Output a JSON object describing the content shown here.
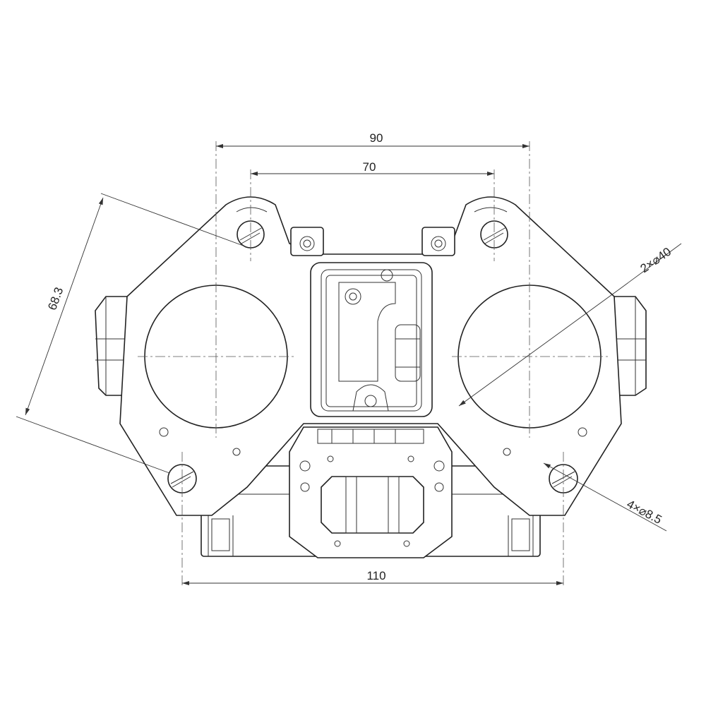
{
  "dimensions": {
    "width_outer_mounts": "90",
    "width_inner_mounts": "70",
    "diagonal_spacing": "68.3",
    "bore_diameter": "2×⌀40",
    "mount_holes": "4×⌀8.5",
    "base_width": "110"
  },
  "colors": {
    "line": "#222222",
    "background": "#ffffff"
  }
}
